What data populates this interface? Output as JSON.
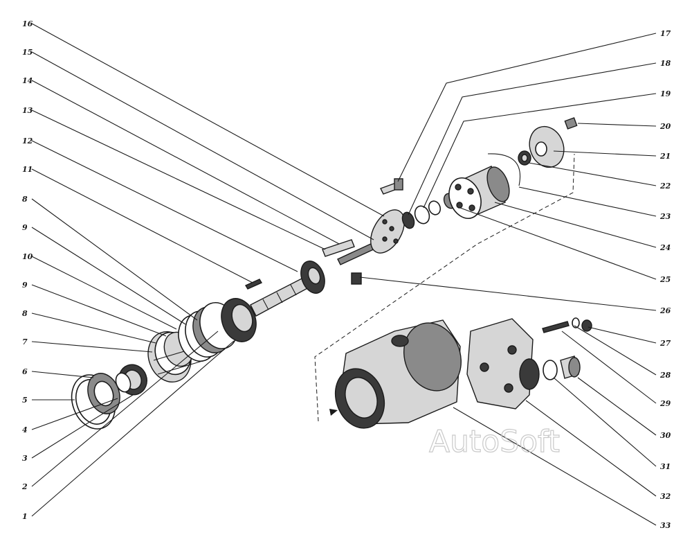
{
  "watermark": "AutoSoft",
  "left_labels": [
    "16",
    "15",
    "14",
    "13",
    "12",
    "11",
    "8",
    "9",
    "10",
    "9",
    "8",
    "7",
    "6",
    "5",
    "4",
    "3",
    "2",
    "1"
  ],
  "right_labels": [
    "17",
    "18",
    "19",
    "20",
    "21",
    "22",
    "23",
    "24",
    "25",
    "26",
    "27",
    "28",
    "29",
    "30",
    "31",
    "32",
    "33"
  ]
}
